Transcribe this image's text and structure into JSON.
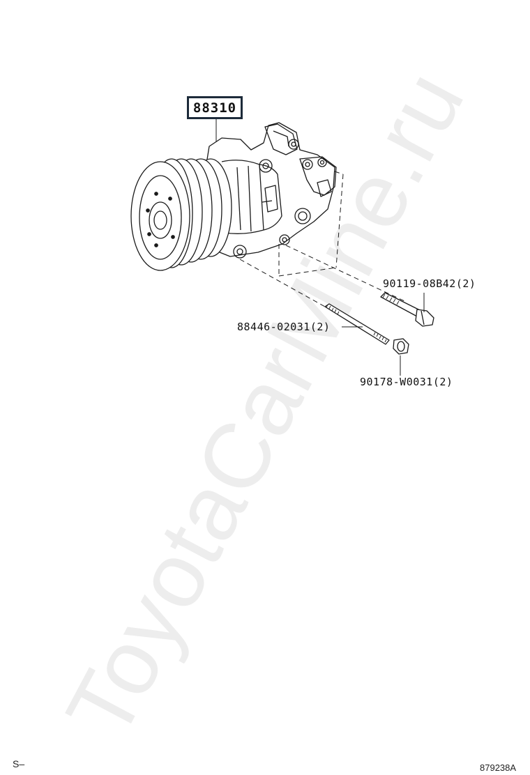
{
  "watermark": "ToyotaCarMine.ru",
  "main_part": "88310",
  "parts": [
    {
      "id": "bolt",
      "label": "90119-08B42(2)"
    },
    {
      "id": "stud",
      "label": "88446-02031(2)"
    },
    {
      "id": "nut",
      "label": "90178-W0031(2)"
    }
  ],
  "footer": {
    "left": "S–",
    "right": "879238A"
  }
}
